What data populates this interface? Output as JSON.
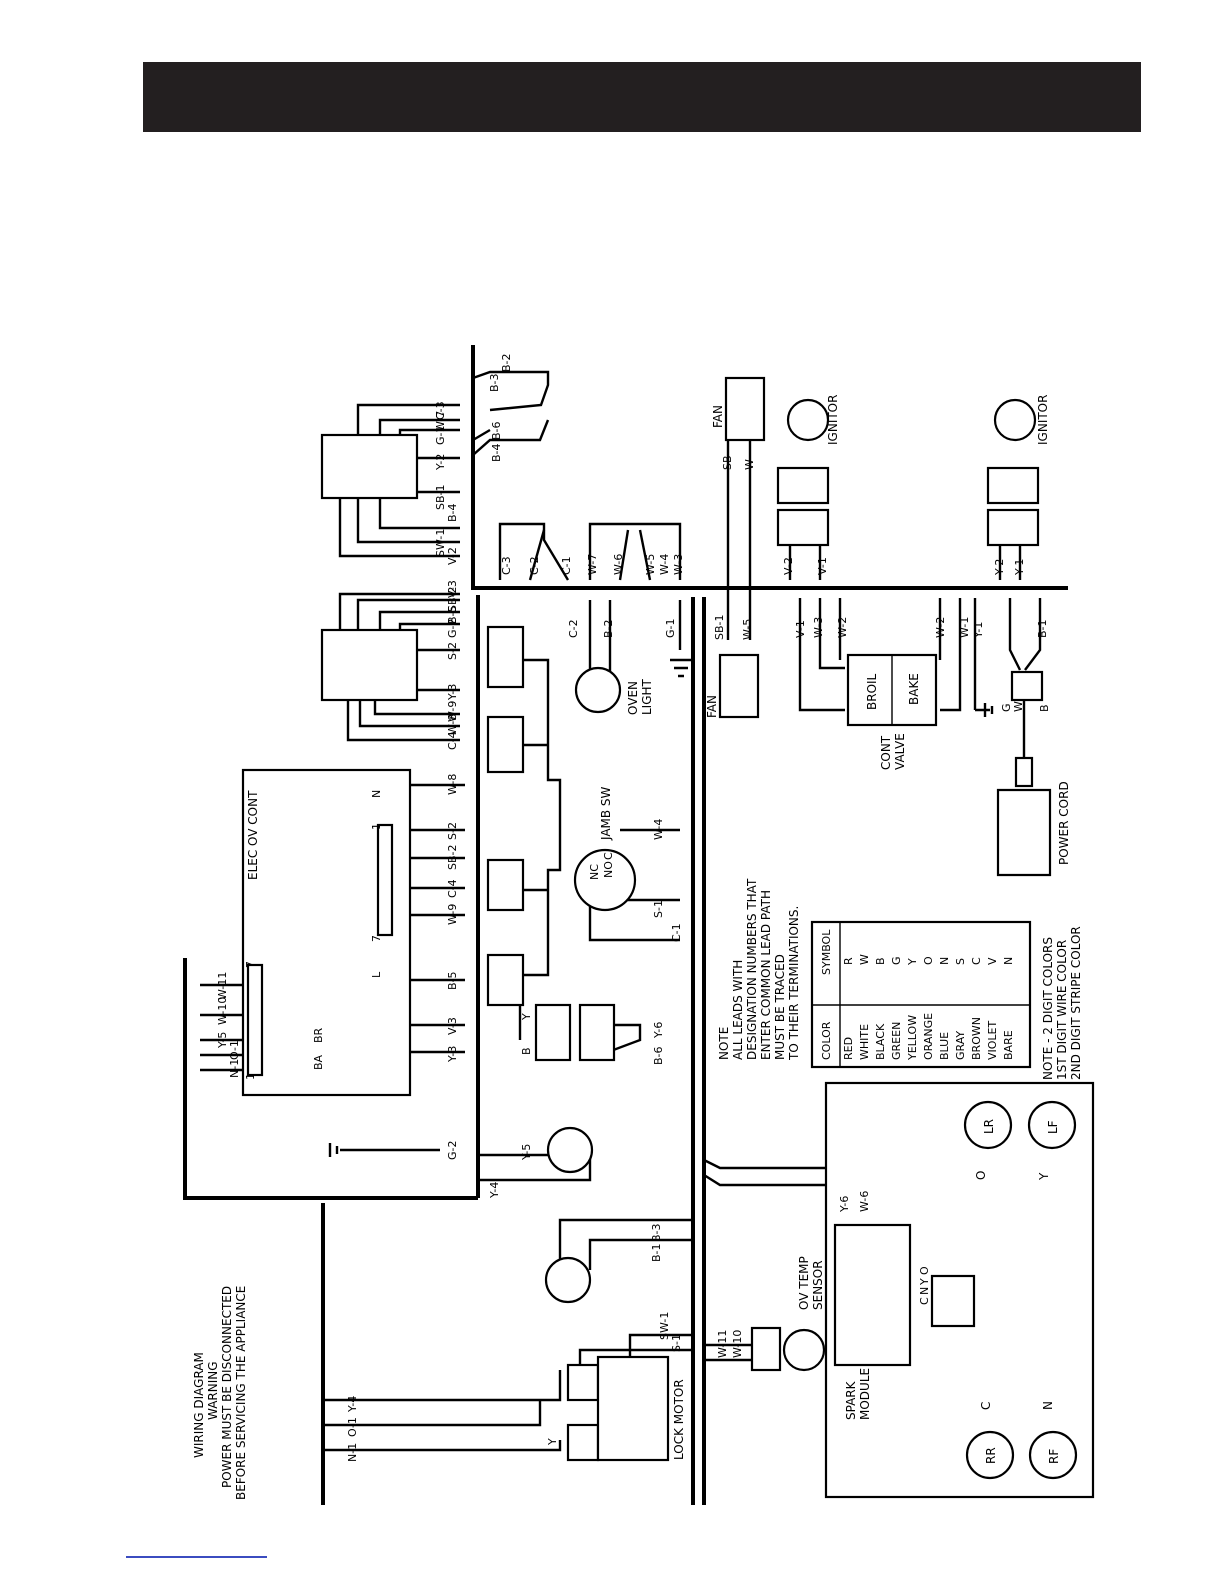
{
  "header": {
    "accent": "#231f20"
  },
  "footer": {
    "link_color": "#3b4cc0"
  },
  "title": {
    "line1": "WIRING DIAGRAM",
    "line2": "WARNING",
    "line3": "POWER MUST BE DISCONNECTED",
    "line4": "BEFORE SERVICING THE APPLIANCE"
  },
  "components": {
    "lock_motor": "LOCK MOTOR",
    "elec_ov_cont": "ELEC OV CONT",
    "oven_light": [
      "OVEN",
      "LIGHT"
    ],
    "jamb_sw": "JAMB SW",
    "fan_left": "FAN",
    "fan_right": "FAN",
    "ignitor_top": "IGNITOR",
    "ignitor_bottom": "IGNITOR",
    "broil": "BROIL",
    "bake": "BAKE",
    "cont_valve": [
      "CONT",
      "VALVE"
    ],
    "power_cord": "POWER CORD",
    "ov_temp_sensor": [
      "OV TEMP",
      "SENSOR"
    ],
    "spark_module": [
      "SPARK",
      "MODULE"
    ],
    "burners": [
      "LR",
      "LF",
      "RR",
      "RF"
    ],
    "burner_wires": [
      "O",
      "Y",
      "C",
      "N"
    ]
  },
  "wire_labels": {
    "top_bus": [
      "B-2",
      "B-3",
      "B-6",
      "B-4"
    ],
    "conn12_right": [
      "C-3",
      "W-7",
      "G-1",
      "Y-2",
      "SB-1",
      "B-4",
      "SW-1",
      "V-2"
    ],
    "conn12_left": [
      "V-3",
      "SB-2",
      "B-5",
      "G-2",
      "S-2",
      "Y-3",
      "W-9",
      "W-8",
      "C-4"
    ],
    "s_groups": [
      "C-3",
      "C-2",
      "C-1",
      "W-7",
      "W-6",
      "W-5",
      "W-4",
      "W-3"
    ],
    "oven_light": [
      "C-2",
      "B-2",
      "G-1"
    ],
    "fan": [
      "SB-1",
      "W-5",
      "SB",
      "W"
    ],
    "ignitor_top": [
      "V-2",
      "V-1"
    ],
    "ignitor_bottom": [
      "Y-2",
      "Y-1"
    ],
    "valve": [
      "V-1",
      "W-3",
      "W-2",
      "W-2",
      "W-1",
      "Y-1",
      "B-1"
    ],
    "plug": [
      "G",
      "W",
      "B"
    ],
    "elec_cont": [
      "W-8",
      "S-2",
      "SB-2",
      "C-4",
      "W-9",
      "B-5",
      "V-3",
      "Y-3",
      "W-11",
      "W-10",
      "Y-5",
      "O-1",
      "N-1"
    ],
    "elec_cont_pins": [
      "1",
      "7",
      "7",
      "1",
      "N",
      "L",
      "BR",
      "BA"
    ],
    "jamb": [
      "W-4",
      "S-1",
      "C-1",
      "NC",
      "NO",
      "C"
    ],
    "lower_left": [
      "Y-6",
      "B-6",
      "Y",
      "B",
      "G-2",
      "Y-5",
      "Y-4",
      "B-3",
      "B-1",
      "SW-1",
      "S-1",
      "Y-4",
      "O-1",
      "N-1",
      "Y"
    ],
    "sensor": [
      "W-11",
      "W-10"
    ],
    "spark": [
      "Y-6",
      "W-6",
      "C",
      "N",
      "Y",
      "O"
    ]
  },
  "note": {
    "title": "NOTE",
    "lines": [
      "ALL LEADS WITH",
      "DESIGNATION NUMBERS THAT",
      "ENTER COMMON LEAD PATH",
      "MUST BE TRACED",
      "TO THEIR TERMINATIONS."
    ]
  },
  "color_table": {
    "headers": [
      "COLOR",
      "SYMBOL"
    ],
    "rows": [
      [
        "RED",
        "R"
      ],
      [
        "WHITE",
        "W"
      ],
      [
        "BLACK",
        "B"
      ],
      [
        "GREEN",
        "G"
      ],
      [
        "YELLOW",
        "Y"
      ],
      [
        "ORANGE",
        "O"
      ],
      [
        "BLUE",
        "N"
      ],
      [
        "GRAY",
        "S"
      ],
      [
        "BROWN",
        "C"
      ],
      [
        "VIOLET",
        "V"
      ],
      [
        "BARE",
        "N"
      ]
    ]
  },
  "note2": [
    "NOTE - 2 DIGIT COLORS",
    "1ST DIGIT WIRE COLOR",
    "2ND DIGIT STRIPE COLOR"
  ]
}
